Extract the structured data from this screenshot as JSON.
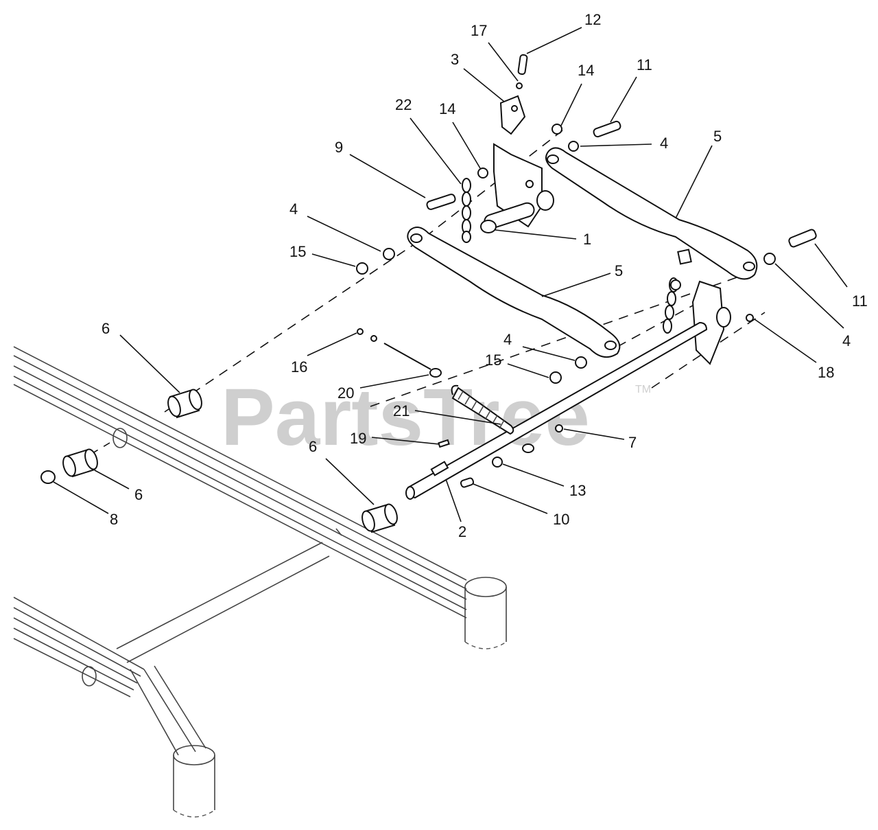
{
  "watermark": {
    "text": "PartsTree",
    "mark": "TM",
    "color": "#cfcfcf"
  },
  "callouts": [
    {
      "id": "c-12",
      "label": "12"
    },
    {
      "id": "c-17",
      "label": "17"
    },
    {
      "id": "c-3",
      "label": "3"
    },
    {
      "id": "c-14a",
      "label": "14"
    },
    {
      "id": "c-11a",
      "label": "11"
    },
    {
      "id": "c-22",
      "label": "22"
    },
    {
      "id": "c-14b",
      "label": "14"
    },
    {
      "id": "c-4a",
      "label": "4"
    },
    {
      "id": "c-5a",
      "label": "5"
    },
    {
      "id": "c-9",
      "label": "9"
    },
    {
      "id": "c-4b",
      "label": "4"
    },
    {
      "id": "c-1",
      "label": "1"
    },
    {
      "id": "c-15a",
      "label": "15"
    },
    {
      "id": "c-5b",
      "label": "5"
    },
    {
      "id": "c-11b",
      "label": "11"
    },
    {
      "id": "c-6a",
      "label": "6"
    },
    {
      "id": "c-16",
      "label": "16"
    },
    {
      "id": "c-4c",
      "label": "4"
    },
    {
      "id": "c-4d",
      "label": "4"
    },
    {
      "id": "c-15b",
      "label": "15"
    },
    {
      "id": "c-18",
      "label": "18"
    },
    {
      "id": "c-20",
      "label": "20"
    },
    {
      "id": "c-21",
      "label": "21"
    },
    {
      "id": "c-19",
      "label": "19"
    },
    {
      "id": "c-7",
      "label": "7"
    },
    {
      "id": "c-6b",
      "label": "6"
    },
    {
      "id": "c-6c",
      "label": "6"
    },
    {
      "id": "c-13",
      "label": "13"
    },
    {
      "id": "c-8",
      "label": "8"
    },
    {
      "id": "c-10",
      "label": "10"
    },
    {
      "id": "c-2",
      "label": "2"
    }
  ]
}
